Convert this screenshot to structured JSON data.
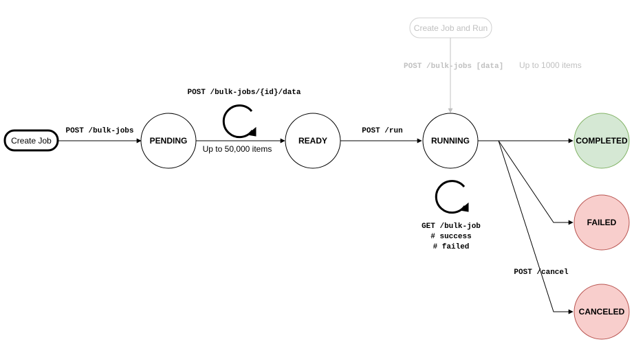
{
  "diagram": {
    "start_nodes": {
      "create_job": "Create Job",
      "create_job_and_run": "Create Job and Run"
    },
    "states": {
      "pending": "PENDING",
      "ready": "READY",
      "running": "RUNNING",
      "completed": "COMPLETED",
      "failed": "FAILED",
      "canceled": "CANCELED"
    },
    "edge_labels": {
      "create_bulk_job": "POST /bulk-jobs",
      "add_data": "POST /bulk-jobs/{id}/data",
      "add_data_limit": "Up to 50,000 items",
      "run": "POST /run",
      "create_and_run": "POST /bulk-jobs [data]",
      "create_and_run_limit": "Up to 1000 items",
      "poll_line1": "GET /bulk-job",
      "poll_line2": "# success",
      "poll_line3": "# failed",
      "cancel": "POST /cancel"
    },
    "colors": {
      "stroke": "#000000",
      "faded": "#c0c0c0",
      "completed_fill": "#d5e8d4",
      "completed_stroke": "#82b366",
      "failed_fill": "#f8cecc",
      "failed_stroke": "#b85450"
    }
  }
}
